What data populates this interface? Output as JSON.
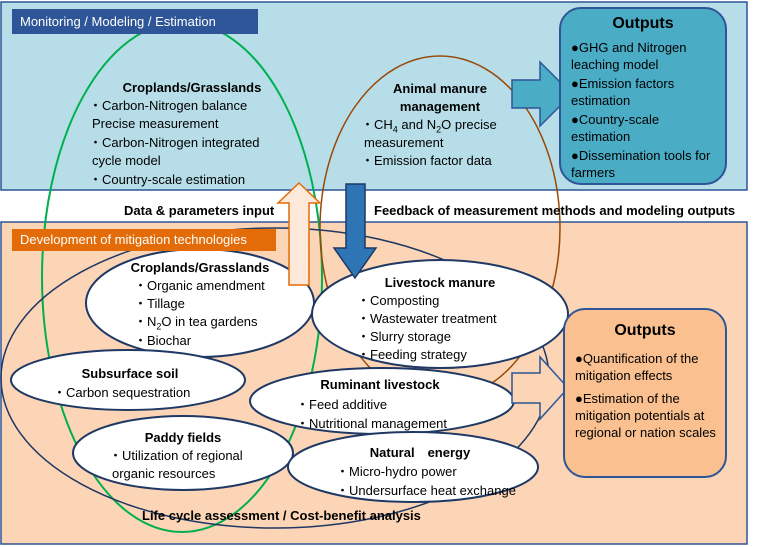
{
  "monitor": {
    "header": "Monitoring / Modeling / Estimation",
    "croplands": {
      "title": "Croplands/Grasslands",
      "items": [
        "・Carbon-Nitrogen balance",
        "Precise measurement",
        "・Carbon-Nitrogen integrated",
        "cycle model",
        "・Country-scale estimation"
      ]
    },
    "manure": {
      "title1": "Animal manure",
      "title2": "management",
      "line1_pre": "・CH",
      "line1_sub1": "4",
      "line1_mid": " and N",
      "line1_sub2": "2",
      "line1_post": "O precise",
      "line2": "measurement",
      "line3": "・Emission factor data"
    },
    "outputs": {
      "title": "Outputs",
      "items": [
        "GHG and Nitrogen leaching model",
        "Emission factors estimation",
        "Country-scale estimation",
        "Dissemination tools for farmers"
      ]
    }
  },
  "links": {
    "up_label": "Data & parameters input",
    "down_label": "Feedback of measurement methods and modeling outputs"
  },
  "mitigation": {
    "header": "Development of mitigation technologies",
    "croplands": {
      "title": "Croplands/Grasslands",
      "items": [
        "・Organic amendment",
        "・Tillage"
      ],
      "n2o_pre": "・N",
      "n2o_sub": "2",
      "n2o_post": "O in tea gardens",
      "last": "・Biochar"
    },
    "livestock": {
      "title": "Livestock manure",
      "items": [
        "・Composting",
        "・Wastewater treatment",
        "・Slurry storage",
        "・Feeding strategy"
      ]
    },
    "subsurface": {
      "title": "Subsurface soil",
      "items": [
        "・Carbon sequestration"
      ]
    },
    "ruminant": {
      "title": "Ruminant livestock",
      "items": [
        "・Feed additive",
        "・Nutritional management"
      ]
    },
    "paddy": {
      "title": "Paddy fields",
      "items": [
        "・Utilization of regional",
        "organic resources"
      ]
    },
    "natural": {
      "title": "Natural　energy",
      "items": [
        "・Micro-hydro power",
        "・Undersurface heat exchange"
      ]
    },
    "footer": "Life cycle assessment / Cost-benefit analysis",
    "outputs": {
      "title": "Outputs",
      "items": [
        "Quantification of the mitigation effects",
        "Estimation of the mitigation potentials at regional or nation scales"
      ]
    }
  },
  "colors": {
    "top_bg": "#b7dee8",
    "bottom_bg": "#fbd5b5",
    "header_blue": "#2e5597",
    "header_orange": "#e36c09",
    "out_top": "#4bacc6",
    "out_bottom": "#fac090",
    "green": "#00b050",
    "brown": "#984807",
    "navy": "#1f3864"
  }
}
